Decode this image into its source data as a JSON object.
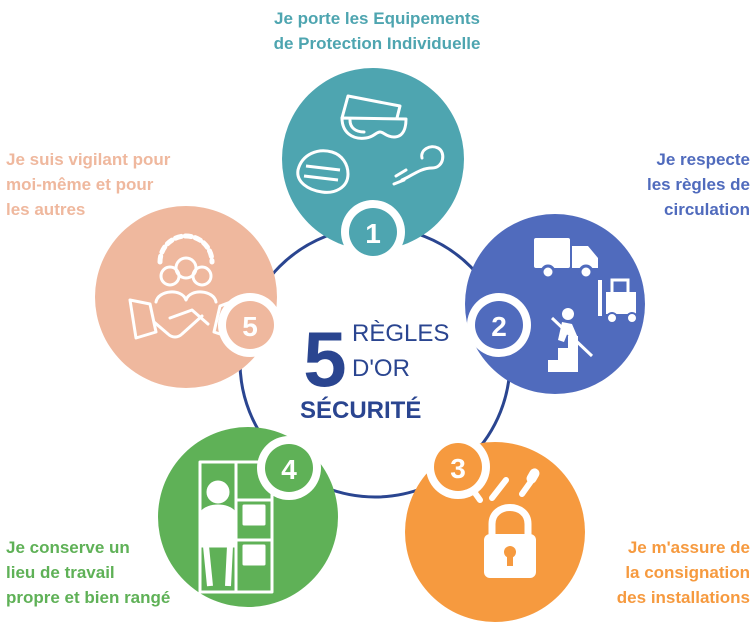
{
  "center": {
    "number": "5",
    "line1": "RÈGLES",
    "line2": "D'OR",
    "line3": "SÉCURITÉ"
  },
  "colors": {
    "navy": "#2a4590",
    "teal": "#4ea5b0",
    "blue": "#506bbd",
    "orange": "#f69a3f",
    "green": "#5fb157",
    "peach": "#efb89e"
  },
  "rules": [
    {
      "number": "1",
      "color": "#4ea5b0",
      "icons": [
        "safety-glasses-icon",
        "face-mask-icon",
        "earplugs-icon"
      ],
      "label_lines": [
        "Je porte les Equipements",
        "de Protection Individuelle"
      ]
    },
    {
      "number": "2",
      "color": "#506bbd",
      "icons": [
        "truck-icon",
        "forklift-icon",
        "stairs-person-icon"
      ],
      "label_lines": [
        "Je respecte",
        "les règles de",
        "circulation"
      ]
    },
    {
      "number": "3",
      "color": "#f69a3f",
      "icons": [
        "padlock-chain-icon"
      ],
      "label_lines": [
        "Je m'assure de",
        "la consignation",
        "des installations"
      ]
    },
    {
      "number": "4",
      "color": "#5fb157",
      "icons": [
        "worker-shelves-icon"
      ],
      "label_lines": [
        "Je conserve un",
        "lieu de travail",
        "propre et bien rangé"
      ]
    },
    {
      "number": "5",
      "color": "#efb89e",
      "icons": [
        "team-handshake-icon"
      ],
      "label_lines": [
        "Je suis vigilant pour",
        "moi-même et pour",
        "les autres"
      ]
    }
  ]
}
